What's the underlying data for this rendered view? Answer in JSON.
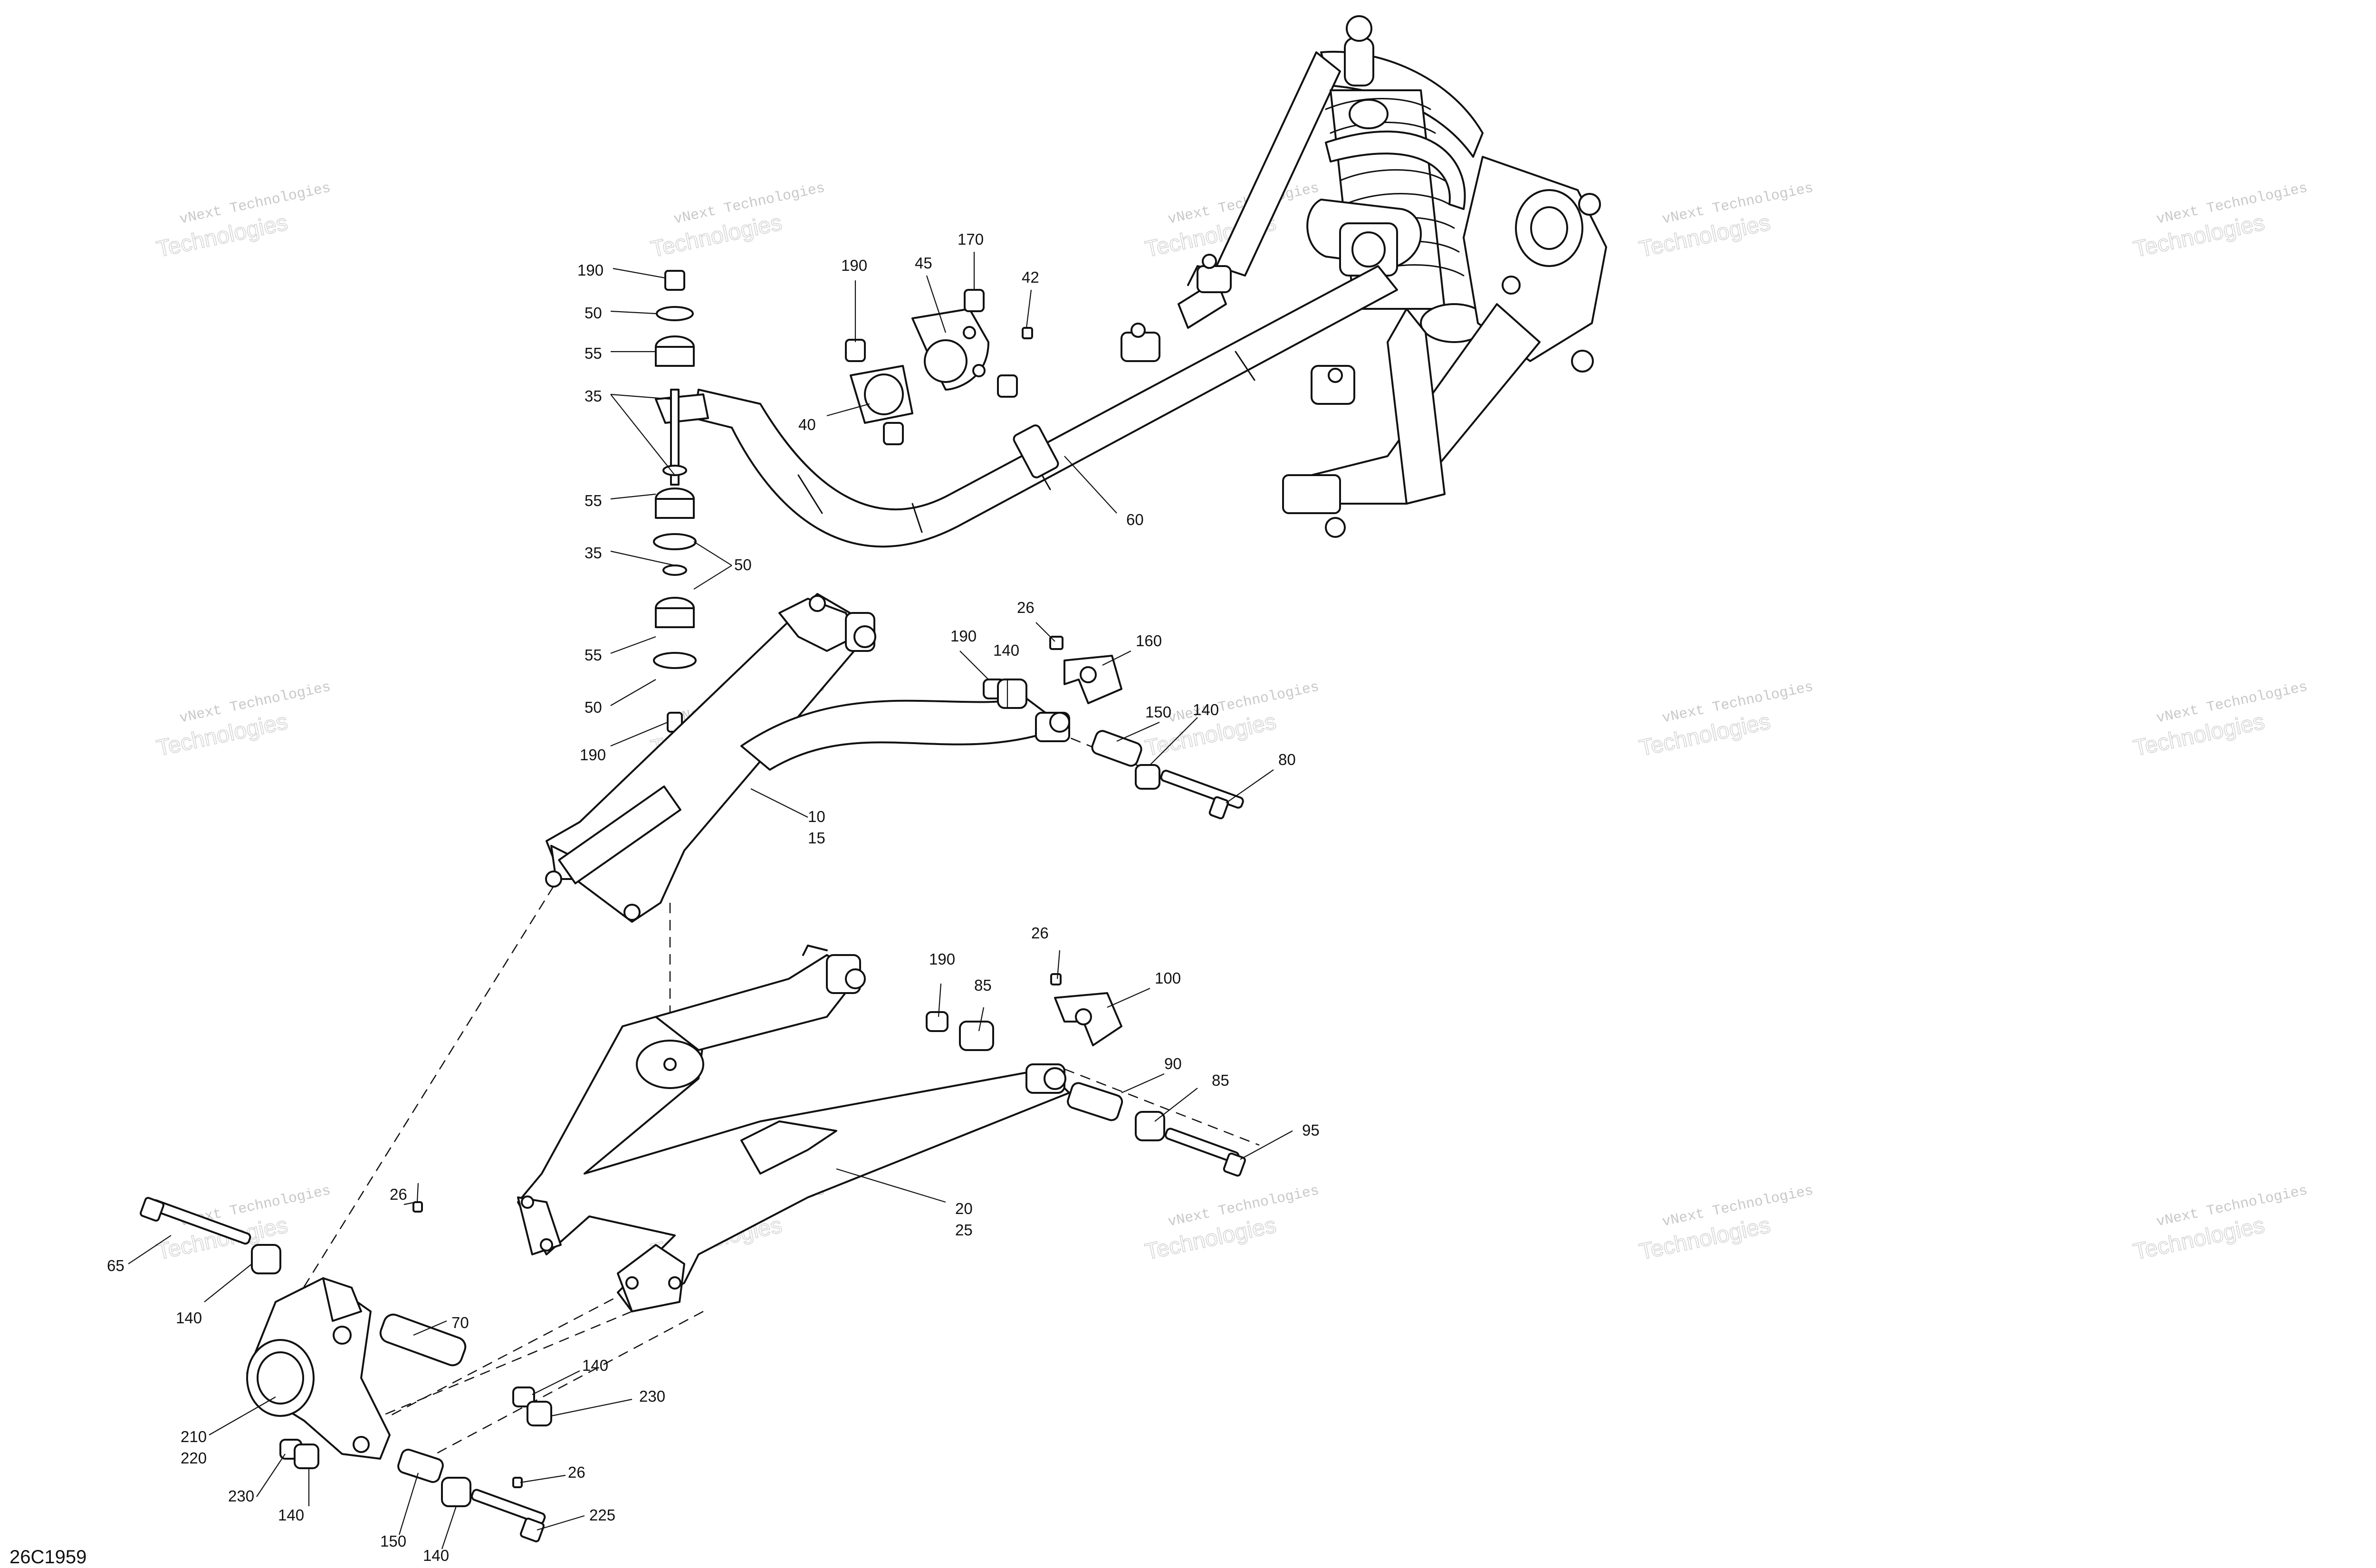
{
  "diagram_code": "26C1959",
  "watermark": {
    "line1": "vNext Technologies",
    "line2": "Technologies"
  },
  "callouts": {
    "c190_top": "190",
    "c50_top": "50",
    "c55_top": "55",
    "c35_top": "35",
    "c55_mid": "55",
    "c35_mid": "35",
    "c50_mid": "50",
    "c55_low": "55",
    "c50_low": "50",
    "c190_low": "190",
    "c190_clamp": "190",
    "c45": "45",
    "c170": "170",
    "c42": "42",
    "c40": "40",
    "c60": "60",
    "c26_upper": "26",
    "c190_upper": "190",
    "c140_upper": "140",
    "c160": "160",
    "c150_upper": "150",
    "c140_upper_b": "140",
    "c80": "80",
    "c10": "10",
    "c15": "15",
    "c26_lower": "26",
    "c190_lower": "190",
    "c85_lower": "85",
    "c100": "100",
    "c90": "90",
    "c85_lower_b": "85",
    "c95": "95",
    "c20": "20",
    "c25": "25",
    "c26_knuckle": "26",
    "c65": "65",
    "c140_knuckle": "140",
    "c70": "70",
    "c140_knuckle_b": "140",
    "c230_right": "230",
    "c210": "210",
    "c220": "220",
    "c230_left": "230",
    "c140_bottom": "140",
    "c26_bottom": "26",
    "c225": "225",
    "c150_bottom": "150",
    "c140_bottom_b": "140"
  }
}
